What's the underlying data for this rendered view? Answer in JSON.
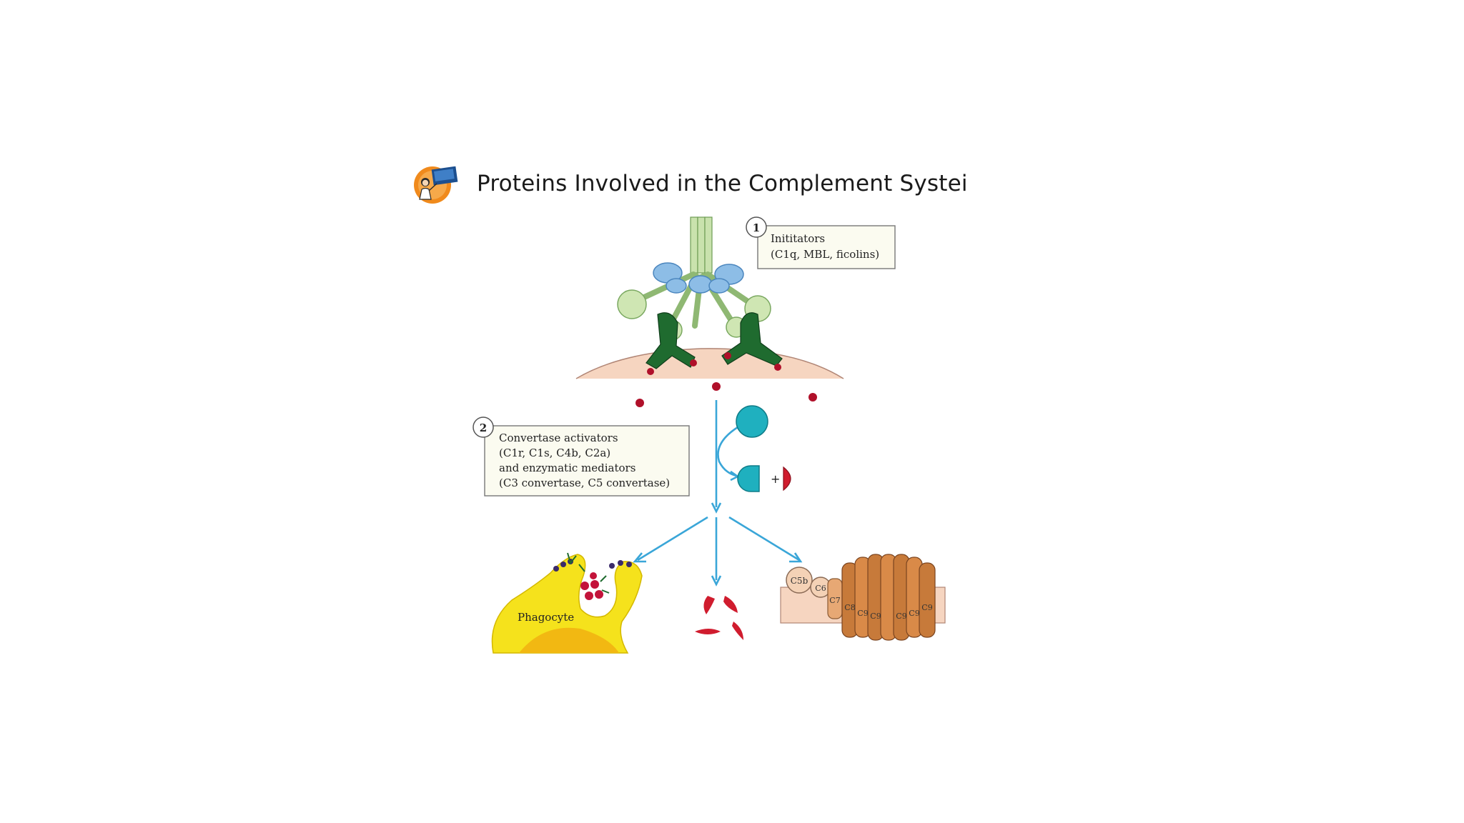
{
  "slide": {
    "title": "Proteins Involved in the Complement Systei",
    "logo_icon": "presenter-logo-icon"
  },
  "diagram": {
    "step1": {
      "number": "1",
      "line1": "Inititators",
      "line2": "(C1q, MBL, ficolins)"
    },
    "step2": {
      "number": "2",
      "line1": "Convertase activators",
      "line2": "(C1r, C1s, C4b, C2a)",
      "line3": "and enzymatic mediators",
      "line4": "(C3 convertase, C5 convertase)"
    },
    "plus_sign": "+",
    "phagocyte_label": "Phagocyte",
    "mac_labels": {
      "c5b": "C5b",
      "c6": "C6",
      "c7": "C7",
      "c8": "C8",
      "c9_a": "C9",
      "c9_b": "C9",
      "c9_c": "C9",
      "c9_d": "C9",
      "c9_e": "C9"
    },
    "colors": {
      "arrow": "#3aa6d8",
      "antibody": "#1f6b2f",
      "c1q_stalk": "#b9d89a",
      "c1_blue": "#7fb4e0",
      "antigen_red": "#b0102a",
      "c3_teal": "#1fb0bf",
      "phagocyte": "#f5e21c",
      "mac_pore": "#c97a3a"
    }
  }
}
